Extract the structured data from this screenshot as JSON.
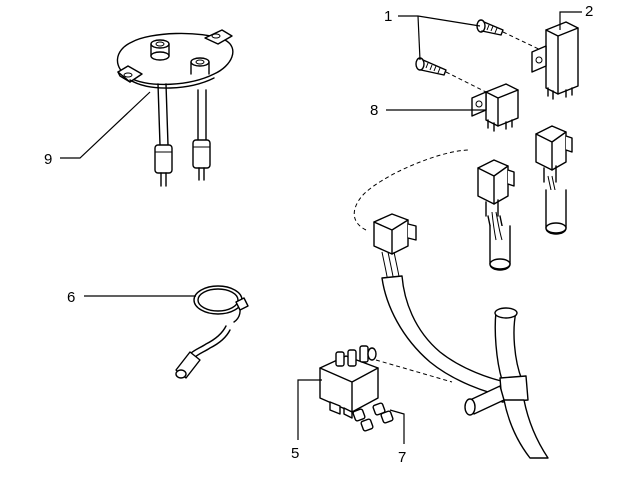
{
  "labels": {
    "part1": "1",
    "part2": "2",
    "part5": "5",
    "part6": "6",
    "part7": "7",
    "part8": "8",
    "part9": "9"
  }
}
